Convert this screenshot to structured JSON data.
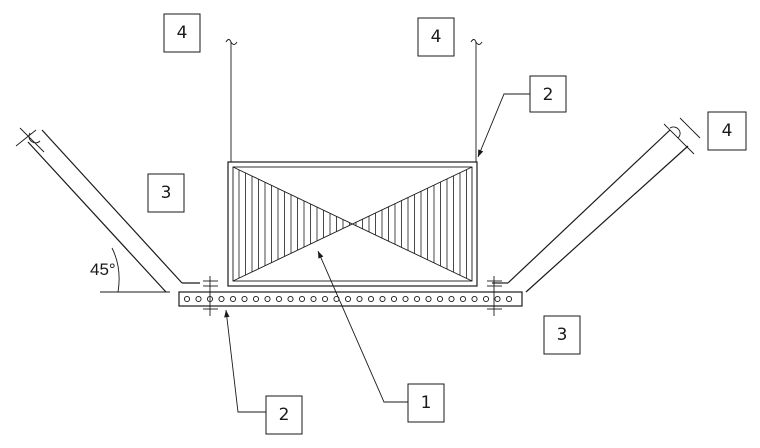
{
  "labels": {
    "top_left_4": "4",
    "top_mid_4": "4",
    "right_4": "4",
    "top_right_2": "2",
    "left_3": "3",
    "right_3": "3",
    "bottom_2": "2",
    "bottom_1": "1"
  },
  "angle_label": "45°"
}
